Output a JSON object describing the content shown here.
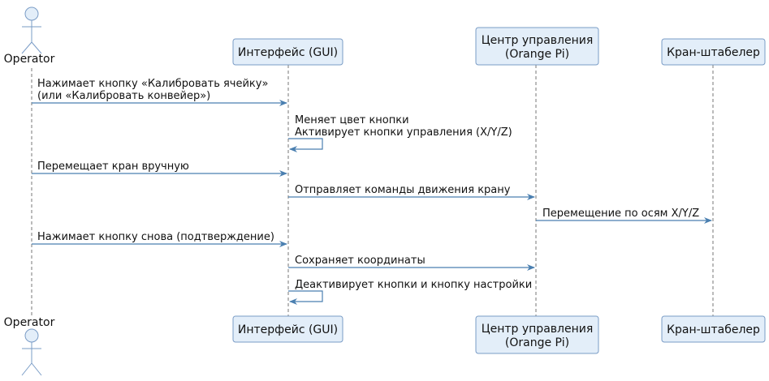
{
  "participants": {
    "operator": {
      "label": "Operator"
    },
    "gui": {
      "label": "Интерфейс (GUI)"
    },
    "control": {
      "line1": "Центр управления",
      "line2": "(Orange Pi)"
    },
    "crane": {
      "label": "Кран-штабелер"
    }
  },
  "messages": [
    {
      "from": "operator",
      "to": "gui",
      "lines": [
        "Нажимает кнопку «Калибровать ячейку»",
        "(или «Калибровать конвейер»)"
      ]
    },
    {
      "from": "gui",
      "to": "gui",
      "lines": [
        "Меняет цвет кнопки",
        "Активирует кнопки управления (X/Y/Z)"
      ]
    },
    {
      "from": "operator",
      "to": "gui",
      "lines": [
        "Перемещает кран вручную"
      ]
    },
    {
      "from": "gui",
      "to": "control",
      "lines": [
        "Отправляет команды движения крану"
      ]
    },
    {
      "from": "control",
      "to": "crane",
      "lines": [
        "Перемещение по осям X/Y/Z"
      ]
    },
    {
      "from": "operator",
      "to": "gui",
      "lines": [
        "Нажимает кнопку снова (подтверждение)"
      ]
    },
    {
      "from": "gui",
      "to": "control",
      "lines": [
        "Сохраняет координаты"
      ]
    },
    {
      "from": "gui",
      "to": "gui",
      "lines": [
        "Деактивирует кнопки и кнопку настройки"
      ]
    }
  ],
  "colors": {
    "participant_fill": "#e3eef9",
    "participant_border": "#7a9cc6",
    "arrow": "#4a7fb0",
    "lifeline": "#777777"
  }
}
